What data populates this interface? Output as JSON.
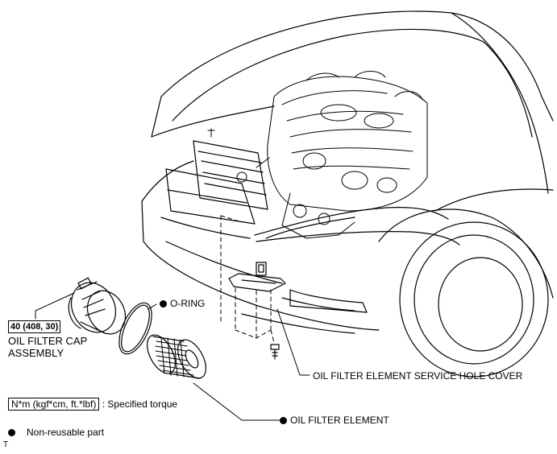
{
  "labels": {
    "o_ring": "O-RING",
    "torque_value": "40 (408, 30)",
    "cap_assembly_line1": "OIL FILTER CAP",
    "cap_assembly_line2": "ASSEMBLY",
    "service_hole_cover": "OIL FILTER ELEMENT SERVICE HOLE COVER",
    "oil_filter_element": "OIL FILTER ELEMENT"
  },
  "legend": {
    "torque_unit": "N*m (kgf*cm, ft.*lbf)",
    "torque_desc": ": Specified torque",
    "non_reusable": "Non-reusable part"
  },
  "corner_mark": "T",
  "colors": {
    "line": "#000000",
    "background": "#ffffff"
  }
}
